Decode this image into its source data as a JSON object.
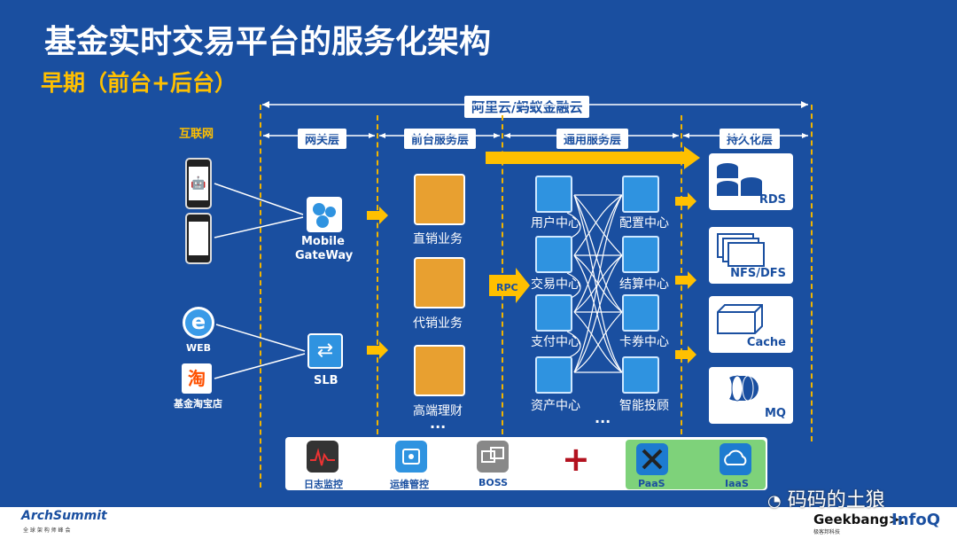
{
  "slide": {
    "title": "基金实时交易平台的服务化架构",
    "subtitle": "早期（前台+后台）"
  },
  "top_span": {
    "label": "阿里云/蚂蚁金融云"
  },
  "layers": {
    "internet": "互联网",
    "gateway": "网关层",
    "frontend": "前台服务层",
    "common": "通用服务层",
    "persistence": "持久化层"
  },
  "clients": {
    "web": "WEB",
    "taobao_store": "基金淘宝店",
    "taobao_glyph": "淘"
  },
  "gateways": {
    "mobile_line1": "Mobile",
    "mobile_line2": "GateWay",
    "slb": "SLB"
  },
  "frontend_services": [
    {
      "label": "直销业务"
    },
    {
      "label": "代销业务"
    },
    {
      "label": "高端理财"
    }
  ],
  "frontend_more": "...",
  "rpc_label": "RPC",
  "common_services_left": [
    {
      "label": "用户中心"
    },
    {
      "label": "交易中心"
    },
    {
      "label": "支付中心"
    },
    {
      "label": "资产中心"
    }
  ],
  "common_services_right": [
    {
      "label": "配置中心"
    },
    {
      "label": "结算中心"
    },
    {
      "label": "卡券中心"
    },
    {
      "label": "智能投顾"
    }
  ],
  "common_more": "...",
  "storage": [
    {
      "label": "RDS"
    },
    {
      "label": "NFS/DFS"
    },
    {
      "label": "Cache"
    },
    {
      "label": "MQ"
    }
  ],
  "tools": {
    "log_monitor": "日志监控",
    "ops_control": "运维管控",
    "boss": "BOSS",
    "plus": "+",
    "paas": "PaaS",
    "iaas": "IaaS"
  },
  "footer": {
    "archsummit": "ArchSummit",
    "archsummit_sub": "全 球 架 构 师 峰 会",
    "watermark": "码码的土狼",
    "geekbang": "Geekbang>.",
    "geekbang_sub": "极客邦科技",
    "infoq": "InfoQ"
  },
  "colors": {
    "background": "#1a4fa0",
    "accent_yellow": "#ffc000",
    "orange_box": "#e8a030",
    "blue_box": "#2f93e0",
    "paas_green": "#7ed27a",
    "plus_red": "#b3121f"
  }
}
